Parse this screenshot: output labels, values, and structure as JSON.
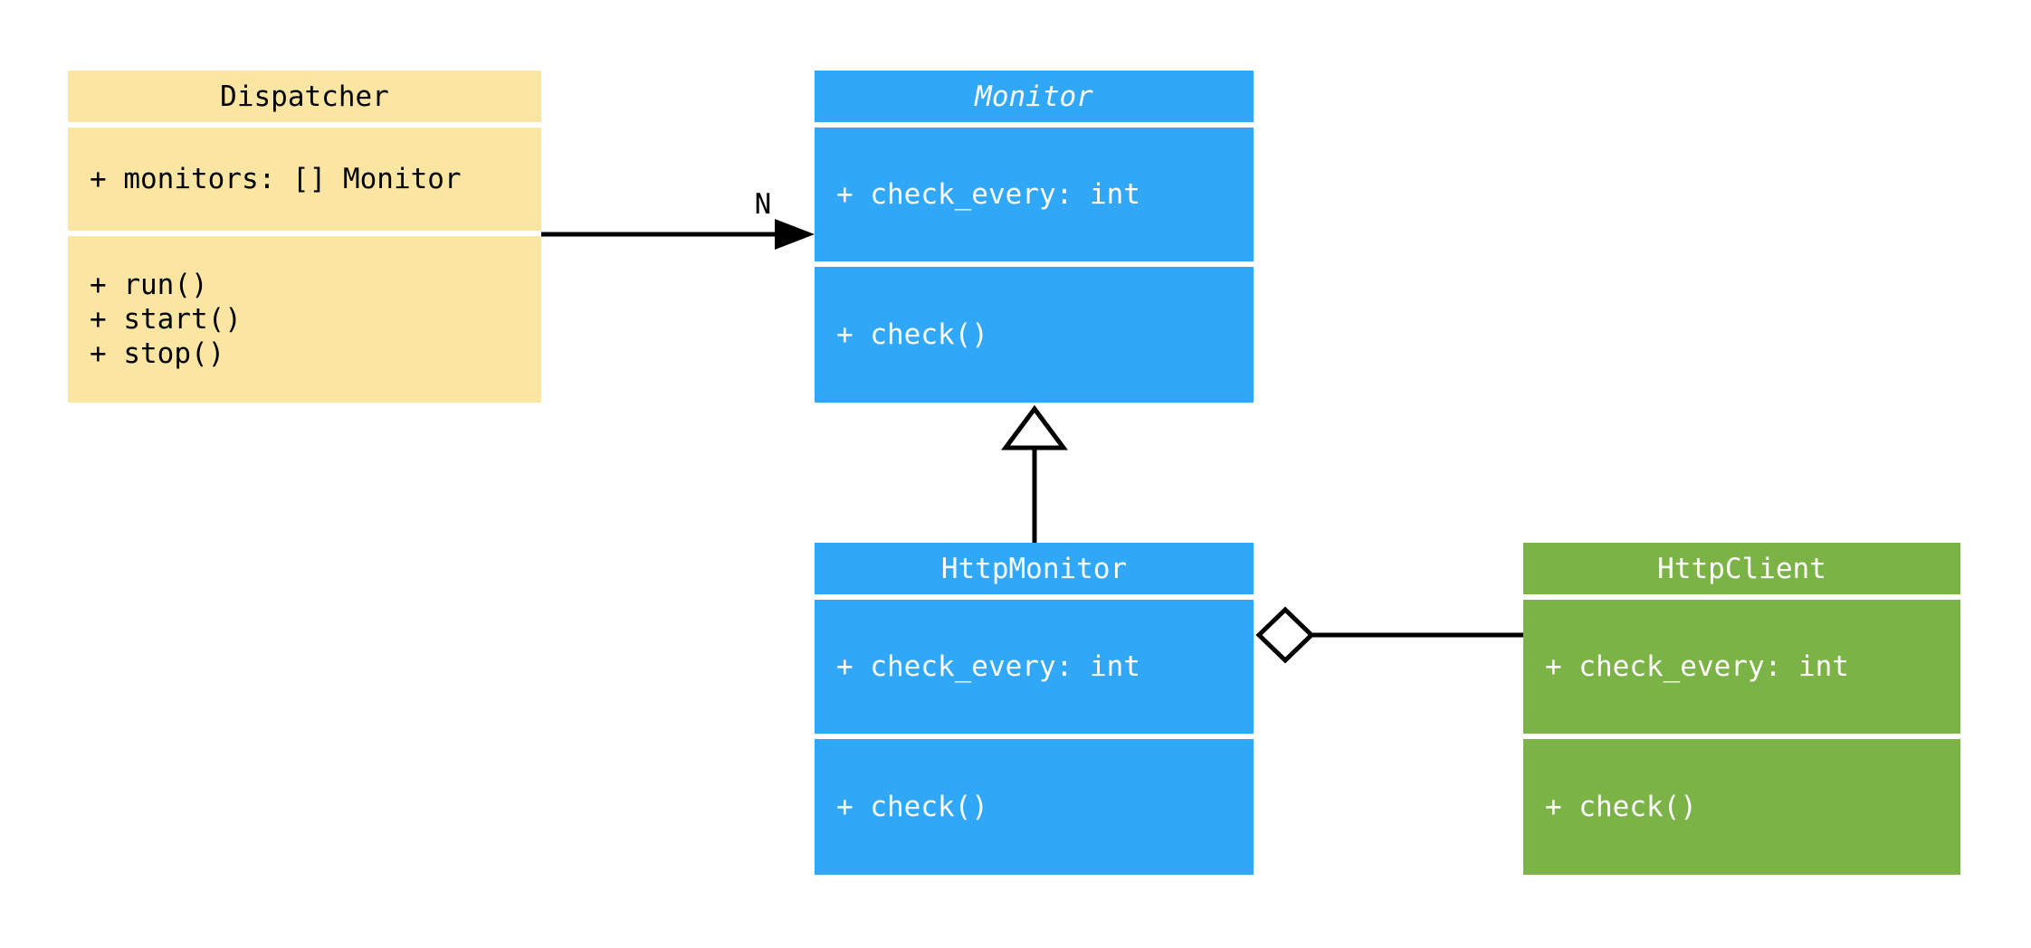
{
  "diagram": {
    "kind": "uml-class-diagram",
    "classes": [
      {
        "name": "Dispatcher",
        "abstract": false,
        "fill": "#FAE6A2",
        "text_color": "#000000",
        "attributes": [
          "+ monitors: [] Monitor"
        ],
        "methods": [
          "+ run()",
          "+ start()",
          "+ stop()"
        ]
      },
      {
        "name": "Monitor",
        "abstract": true,
        "fill": "#31A7F7",
        "text_color": "#FFFFFF",
        "attributes": [
          "+ check_every: int"
        ],
        "methods": [
          "+ check()"
        ]
      },
      {
        "name": "HttpMonitor",
        "abstract": false,
        "fill": "#31A7F7",
        "text_color": "#FFFFFF",
        "attributes": [
          "+ check_every: int"
        ],
        "methods": [
          "+ check()"
        ]
      },
      {
        "name": "HttpClient",
        "abstract": false,
        "fill": "#7CB347",
        "text_color": "#FFFFFF",
        "attributes": [
          "+ check_every: int"
        ],
        "methods": [
          "+ check()"
        ]
      }
    ],
    "relationships": [
      {
        "type": "directed-association",
        "from": "Dispatcher",
        "to": "Monitor",
        "label": "N"
      },
      {
        "type": "generalization",
        "from": "HttpMonitor",
        "to": "Monitor",
        "label": ""
      },
      {
        "type": "aggregation",
        "from": "HttpMonitor",
        "to": "HttpClient",
        "label": ""
      }
    ],
    "colors": {
      "background": "#FFFFFF",
      "line": "#000000",
      "dispatcher_fill": "#FAE6A2",
      "monitor_fill": "#31A7F7",
      "http_monitor_fill": "#31A7F7",
      "http_client_fill": "#7CB347",
      "text_on_dark": "#FFFFFF",
      "text_on_light": "#000000"
    }
  }
}
